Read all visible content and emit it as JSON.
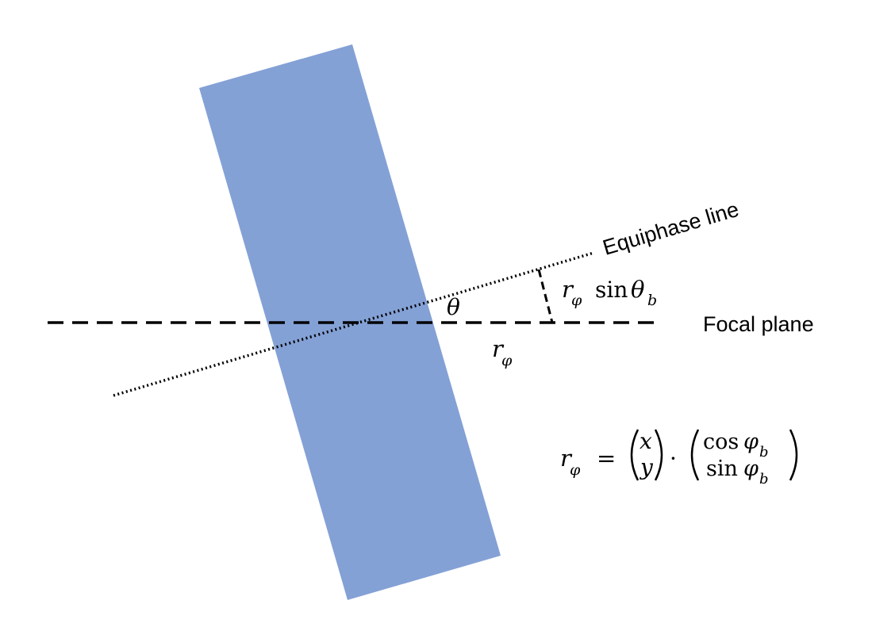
{
  "labels": {
    "equiphase_line": "Equiphase line",
    "focal_plane": "Focal plane",
    "theta": "θ",
    "r": "r",
    "phi": "φ",
    "sin": "sin",
    "cos": "cos",
    "theta_main": "θ",
    "b": "b",
    "eq": "=",
    "x": "x",
    "y": "y",
    "dot": "·"
  },
  "colors": {
    "beam": "#84A1D6",
    "line": "#000000",
    "background": "#FFFFFF"
  }
}
